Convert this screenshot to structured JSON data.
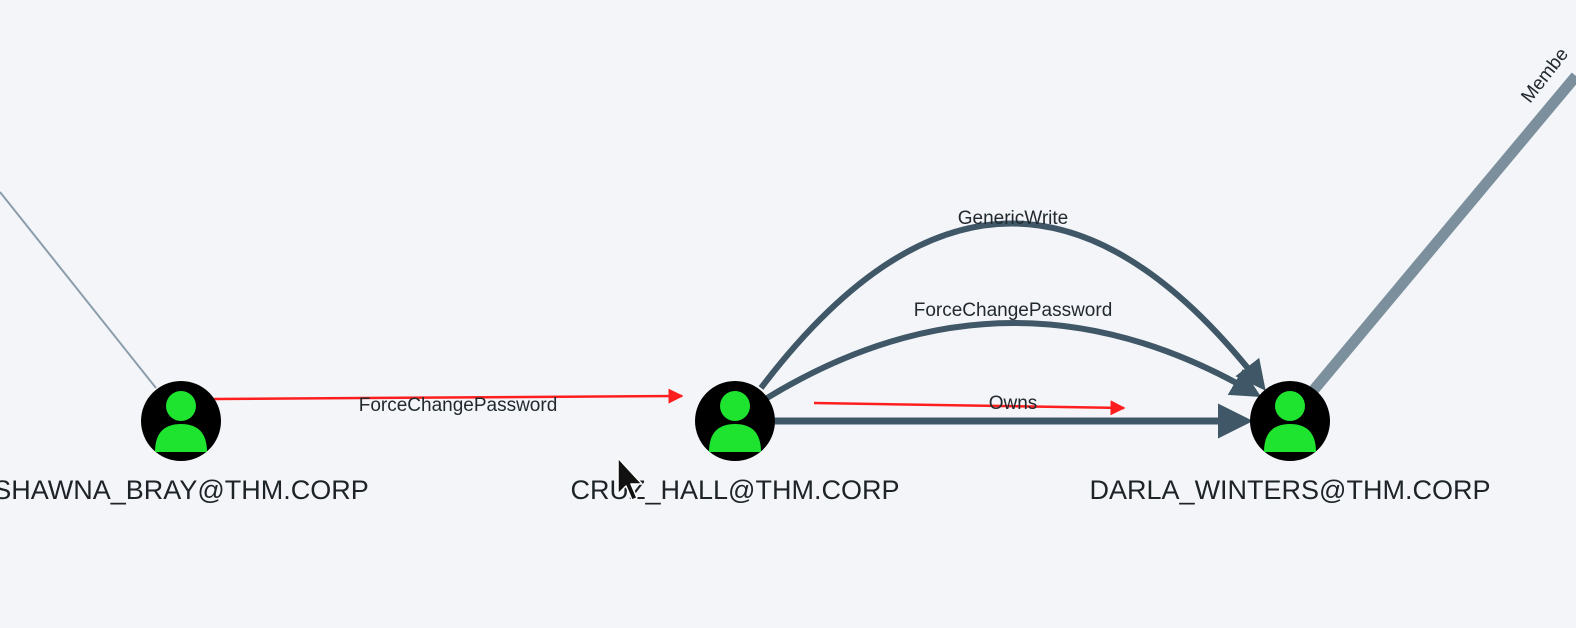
{
  "graph": {
    "background": "#f3f5f9",
    "nodes": {
      "shawna": {
        "label": "SHAWNA_BRAY@THM.CORP",
        "icon": "user-icon"
      },
      "cruz": {
        "label": "CRUZ_HALL@THM.CORP",
        "icon": "user-icon"
      },
      "darla": {
        "label": "DARLA_WINTERS@THM.CORP",
        "icon": "user-icon"
      }
    },
    "edges": {
      "shawna_cruz": {
        "label": "ForceChangePassword",
        "from": "SHAWNA_BRAY@THM.CORP",
        "to": "CRUZ_HALL@THM.CORP"
      },
      "cruz_darla_generic": {
        "label": "GenericWrite",
        "from": "CRUZ_HALL@THM.CORP",
        "to": "DARLA_WINTERS@THM.CORP"
      },
      "cruz_darla_force": {
        "label": "ForceChangePassword",
        "from": "CRUZ_HALL@THM.CORP",
        "to": "DARLA_WINTERS@THM.CORP"
      },
      "cruz_darla_owns": {
        "label": "Owns",
        "from": "CRUZ_HALL@THM.CORP",
        "to": "DARLA_WINTERS@THM.CORP"
      },
      "darla_member": {
        "label": "Membe"
      }
    },
    "colors": {
      "node_fill": "#000000",
      "user_icon": "#1ee32f",
      "edge_dark": "#3f5766",
      "edge_light": "#7c8f9d",
      "annotation_arrow": "#ff1e1e"
    }
  }
}
